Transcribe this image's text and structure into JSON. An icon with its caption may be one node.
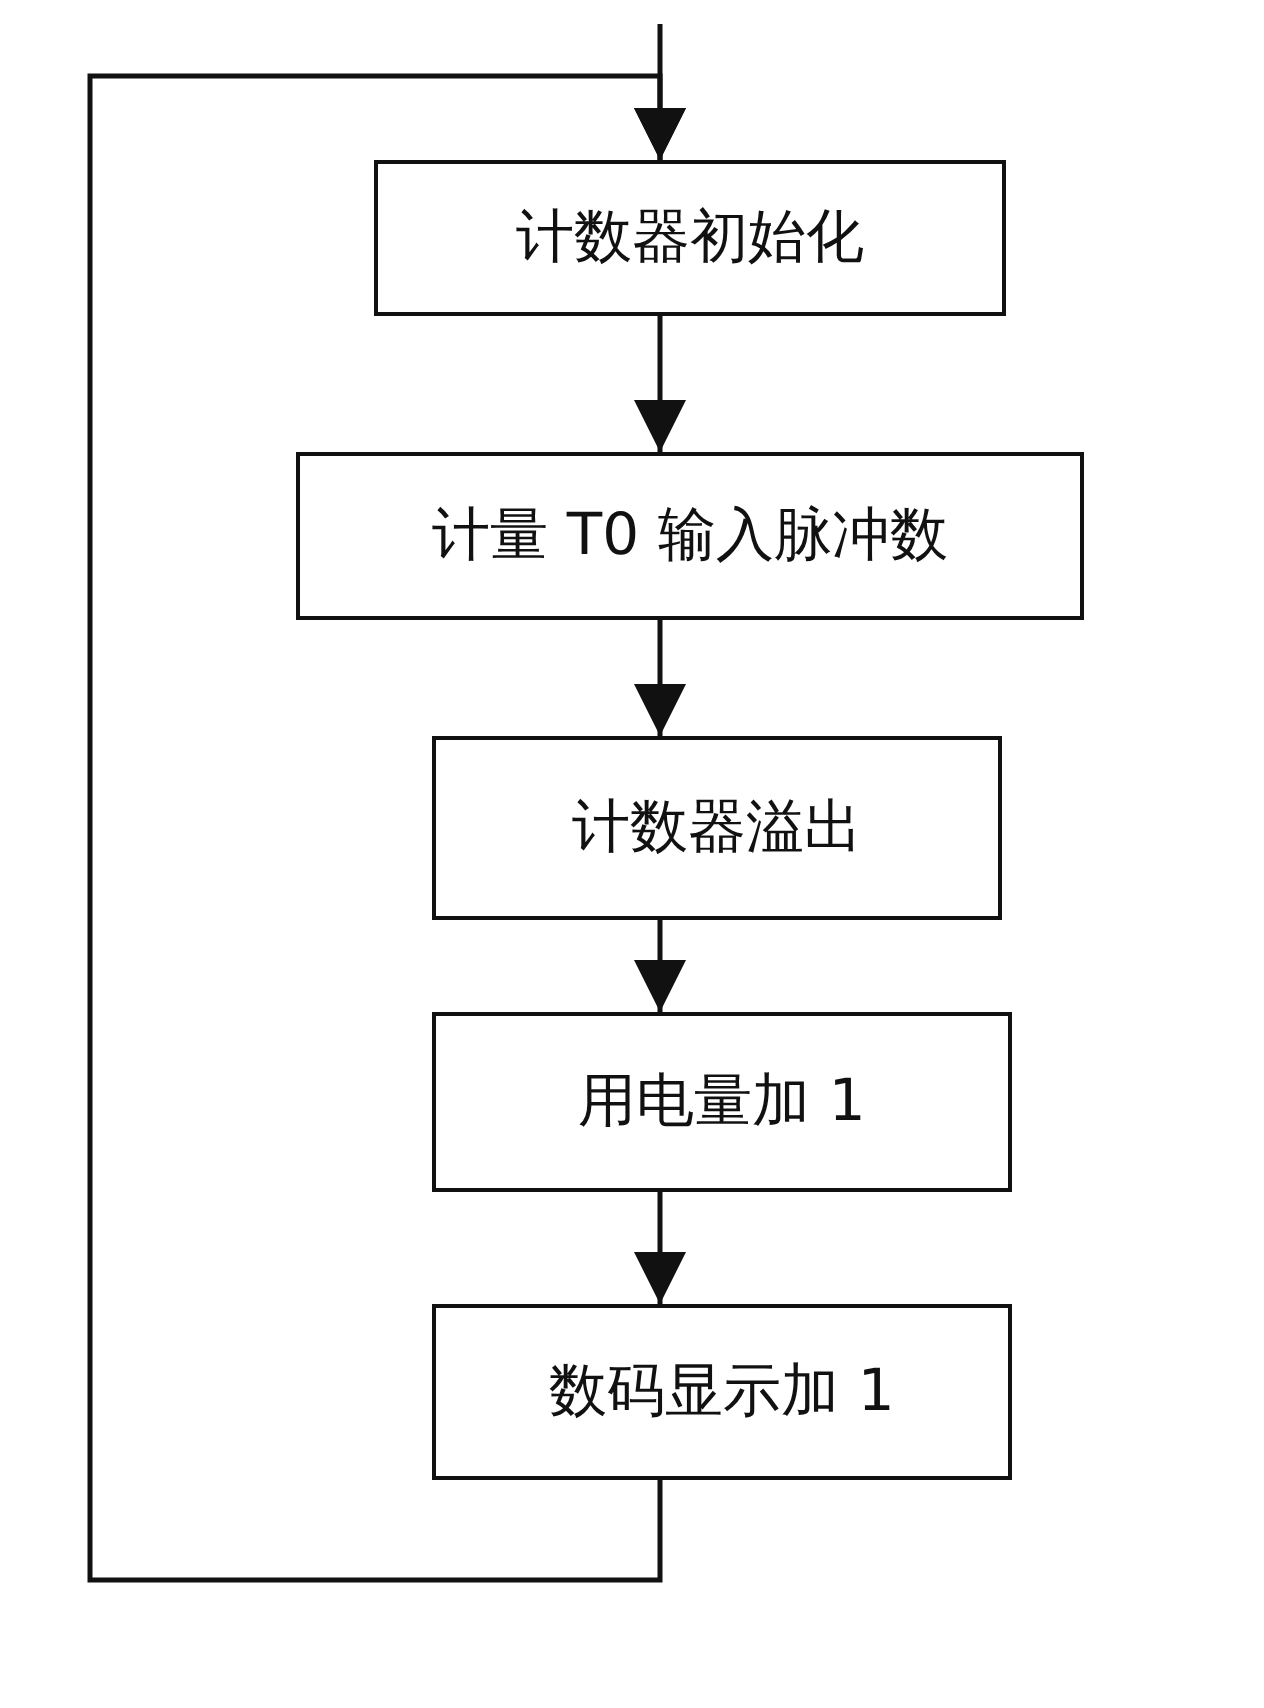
{
  "diagram": {
    "nodes": [
      {
        "text": [
          "计数器初始化"
        ]
      },
      {
        "text": [
          "计量 T0 输入脉冲数"
        ]
      },
      {
        "text": [
          "计数器溢出"
        ]
      },
      {
        "text": [
          "用电量加 1"
        ]
      },
      {
        "text": [
          "数码显示加 1"
        ]
      }
    ],
    "edges": [
      {
        "from": null,
        "to": 0,
        "arrow": "to"
      },
      {
        "from": 0,
        "to": 1,
        "arrow": "to"
      },
      {
        "from": 1,
        "to": 2,
        "arrow": "to"
      },
      {
        "from": 2,
        "to": 3,
        "arrow": "to"
      },
      {
        "from": 3,
        "to": 4,
        "arrow": "to"
      },
      {
        "from": 4,
        "to": 0,
        "arrow": "to"
      }
    ]
  }
}
